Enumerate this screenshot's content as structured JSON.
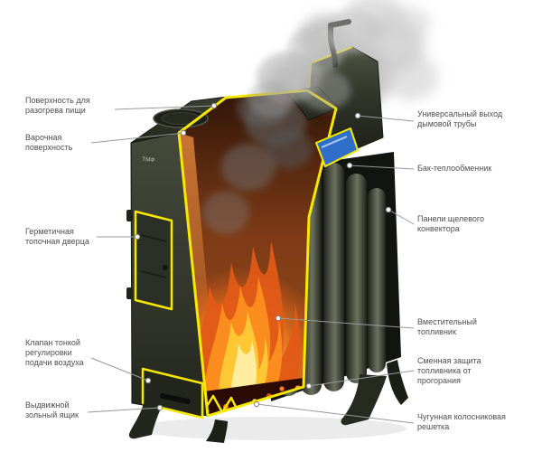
{
  "brand": {
    "logo_text": "ТМФ"
  },
  "colors": {
    "cut_highlight": "#f6e800",
    "body_olive": "#3c4032",
    "flame_orange": "#fb8c1e",
    "flame_red": "#e25a17",
    "heat_exchanger_blue": "#2f6fc9",
    "smoke_gray": "#b7b7b7",
    "label_text": "#4f4f4f",
    "leader_line": "#9a9a9a"
  },
  "callouts": {
    "left": [
      {
        "label": "Поверхность для разогрева пищи"
      },
      {
        "label": "Варочная поверхность"
      },
      {
        "label": "Герметичная топочная дверца"
      },
      {
        "label": "Клапан тонкой регулировки подачи воздуха"
      },
      {
        "label": "Выдвижной зольный ящик"
      }
    ],
    "right": [
      {
        "label": "Универсальный выход дымовой трубы"
      },
      {
        "label": "Бак-теплообменник"
      },
      {
        "label": "Панели щелевого конвектора"
      },
      {
        "label": "Вместительный топливник"
      },
      {
        "label": "Сменная защита топливника от прогорания"
      },
      {
        "label": "Чугунная колосниковая решетка"
      }
    ]
  }
}
